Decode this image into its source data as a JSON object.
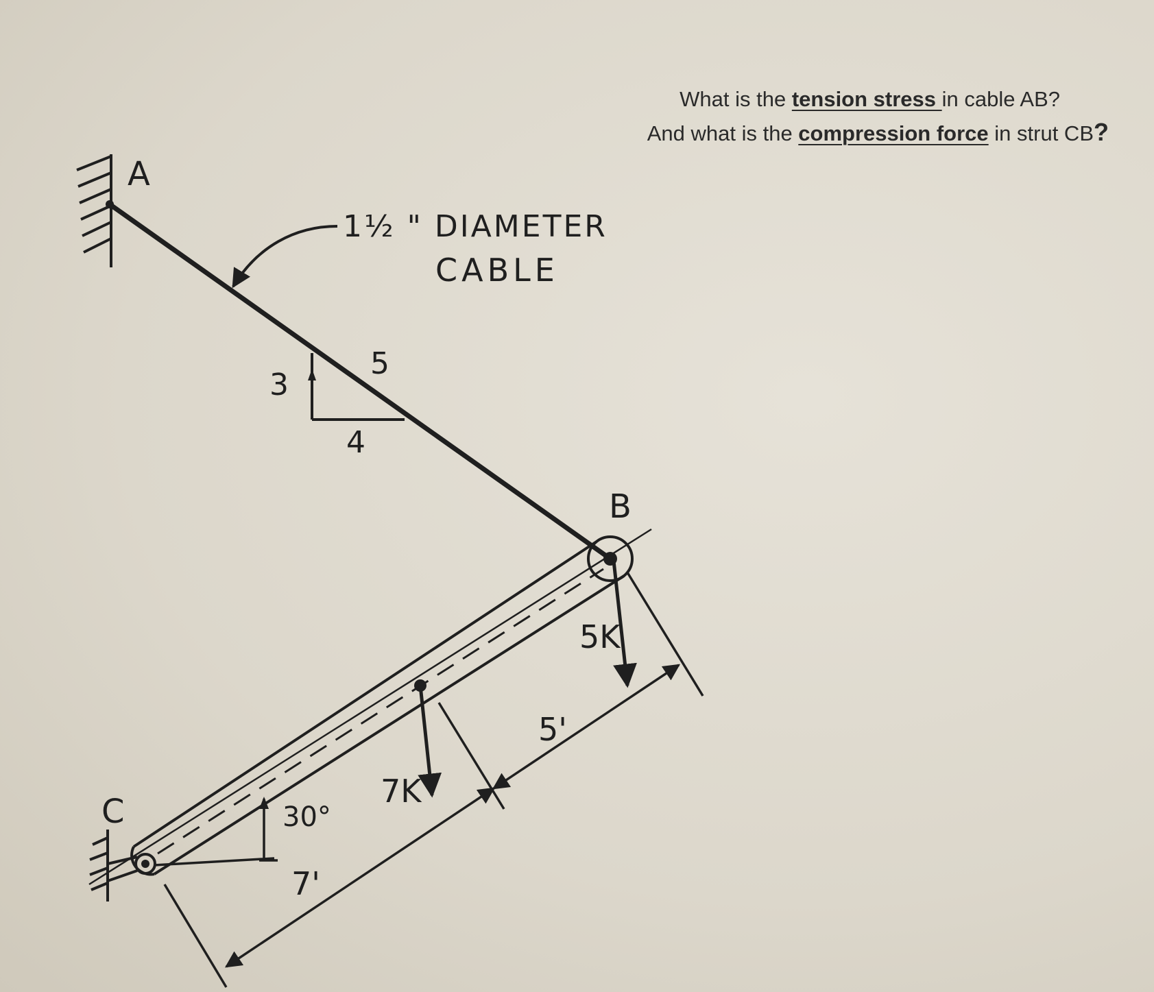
{
  "question": {
    "line1_pre": "What is the ",
    "line1_emph": "tension stress ",
    "line1_post": "in cable AB?",
    "line2_pre": "And what is the ",
    "line2_emph": "compression force",
    "line2_post": " in strut CB",
    "line2_end": "?"
  },
  "labels": {
    "point_a": "A",
    "point_b": "B",
    "point_c": "C",
    "cable_size": "1½ \" DIAMETER",
    "cable_word": "CABLE",
    "slope_rise": "3",
    "slope_run": "4",
    "slope_hyp": "5",
    "angle": "30°",
    "load_mid": "7K",
    "load_end": "5K",
    "dim_first": "7'",
    "dim_second": "5'"
  },
  "colors": {
    "ink": "#1f1f1f",
    "paper": "#ddd8cc",
    "print_text": "#2a2a2a"
  }
}
